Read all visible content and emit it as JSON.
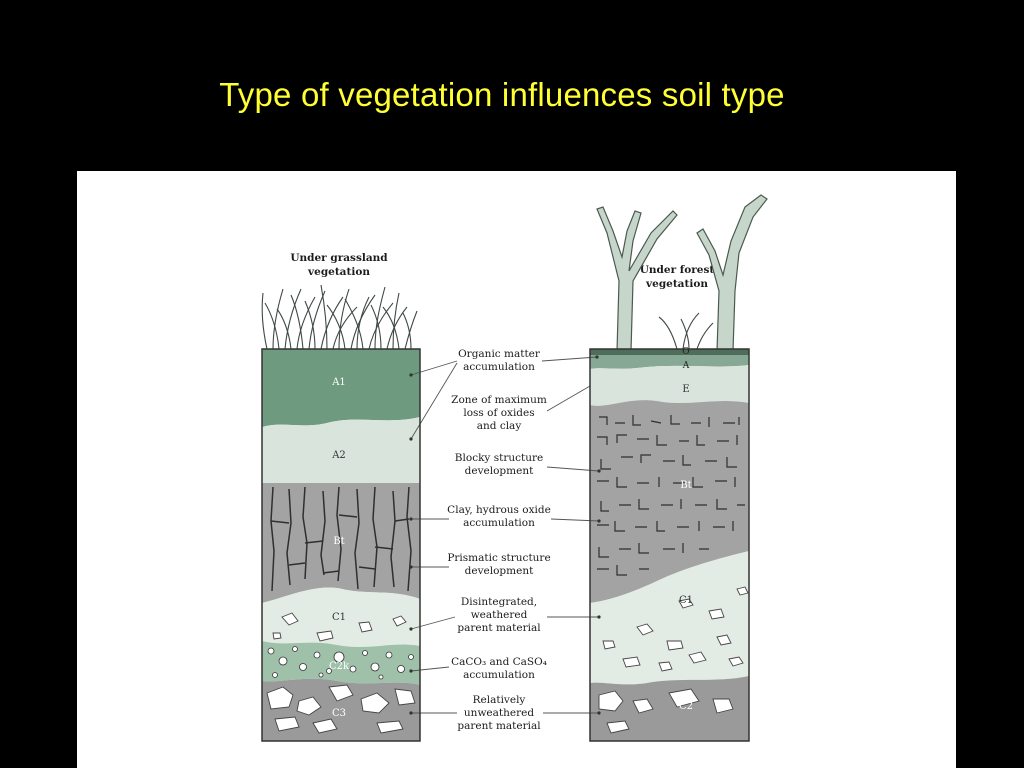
{
  "slide": {
    "title": "Type of vegetation influences soil type"
  },
  "colors": {
    "title": "#ffff33",
    "organic_horizon": "#6e9a80",
    "eluvial_horizon": "#d9e4dc",
    "bt_horizon": "#a3a3a3",
    "c_horizon": "#e3ebe5",
    "unweathered": "#9a9a9a"
  },
  "grassland": {
    "caption_line1": "Under grassland",
    "caption_line2": "vegetation",
    "horizons": [
      "A1",
      "A2",
      "Bt",
      "C1",
      "C2k",
      "C3"
    ]
  },
  "forest": {
    "caption_line1": "Under forest",
    "caption_line2": "vegetation",
    "horizons": [
      "O",
      "A",
      "E",
      "Bt",
      "C1",
      "C2"
    ]
  },
  "callouts": [
    {
      "line1": "Organic matter",
      "line2": "accumulation",
      "line3": ""
    },
    {
      "line1": "Zone of maximum",
      "line2": "loss of oxides",
      "line3": "and clay"
    },
    {
      "line1": "Blocky structure",
      "line2": "development",
      "line3": ""
    },
    {
      "line1": "Clay, hydrous oxide",
      "line2": "accumulation",
      "line3": ""
    },
    {
      "line1": "Prismatic structure",
      "line2": "development",
      "line3": ""
    },
    {
      "line1": "Disintegrated,",
      "line2": "weathered",
      "line3": "parent material"
    },
    {
      "line1": "CaCO₃ and CaSO₄",
      "line2": "accumulation",
      "line3": ""
    },
    {
      "line1": "Relatively",
      "line2": "unweathered",
      "line3": "parent material"
    }
  ]
}
